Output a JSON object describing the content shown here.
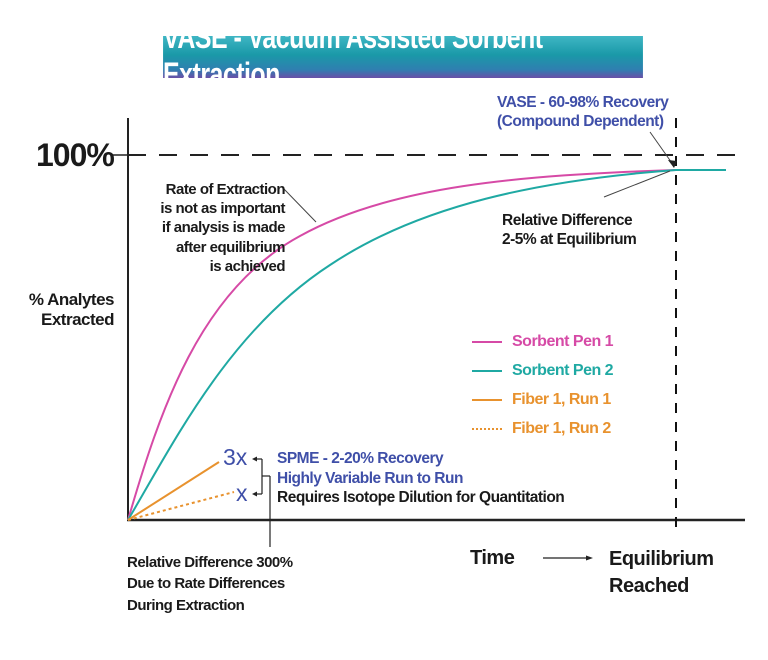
{
  "chart_data": {
    "type": "line",
    "title": "VASE - Vacuum Assisted Sorbent Extraction",
    "xlabel": "Time",
    "x_end_label": "Equilibrium Reached",
    "ylabel": "% Analytes Extracted",
    "y_tick_labels": [
      "100%"
    ],
    "ylim": [
      0,
      100
    ],
    "grid": false,
    "legend_position": "right-center",
    "series": [
      {
        "name": "Sorbent Pen 1",
        "color": "#d64aa6",
        "style": "solid",
        "x": [
          0,
          0.1,
          0.2,
          0.3,
          0.4,
          0.5,
          0.6,
          0.7,
          0.8,
          0.9,
          1.0,
          1.1
        ],
        "values": [
          0,
          36,
          56,
          69,
          78,
          84,
          88,
          91,
          92.5,
          93.5,
          94,
          94
        ]
      },
      {
        "name": "Sorbent Pen 2",
        "color": "#1fa9a3",
        "style": "solid",
        "x": [
          0,
          0.1,
          0.2,
          0.3,
          0.4,
          0.5,
          0.6,
          0.7,
          0.8,
          0.9,
          1.0,
          1.1
        ],
        "values": [
          0,
          26,
          45,
          59,
          70,
          78,
          84,
          88.5,
          91.5,
          93,
          94,
          94
        ]
      },
      {
        "name": "Fiber 1, Run 1",
        "color": "#e8922e",
        "style": "solid",
        "x": [
          0,
          0.3
        ],
        "values": [
          0,
          15
        ]
      },
      {
        "name": "Fiber 1, Run 2",
        "color": "#e8922e",
        "style": "dotted",
        "x": [
          0,
          0.43
        ],
        "values": [
          0,
          5
        ]
      }
    ],
    "annotations": [
      "VASE - 60-98% Recovery (Compound Dependent)",
      "Rate of Extraction is not as important if analysis is made after equilibrium is achieved",
      "Relative Difference 2-5% at Equilibrium",
      "3x",
      "x",
      "SPME - 2-20% Recovery",
      "Highly Variable Run to Run",
      "Requires Isotope Dilution for Quantitation",
      "Relative Difference 300% Due to Rate Differences During Extraction"
    ]
  },
  "title": "VASE - Vacuum Assisted Sorbent Extraction",
  "axis": {
    "y_tick": "100%",
    "ylabel_line1": "% Analytes",
    "ylabel_line2": "Extracted",
    "xlabel": "Time",
    "x_end_line1": "Equilibrium",
    "x_end_line2": "Reached"
  },
  "annotations": {
    "vase_line1": "VASE - 60-98% Recovery",
    "vase_line2": "(Compound Dependent)",
    "rate_lines": [
      "Rate of Extraction",
      "is not as important",
      "if analysis is made",
      "after equilibrium",
      "is achieved"
    ],
    "reldiff_line1": "Relative Difference",
    "reldiff_line2": "2-5% at Equilibrium",
    "mult_3x": "3x",
    "mult_x": "x",
    "spme_line1": "SPME - 2-20% Recovery",
    "spme_line2": "Highly Variable Run to Run",
    "spme_line3": "Requires Isotope Dilution for Quantitation",
    "bottom_lines": [
      "Relative Difference 300%",
      "Due to Rate Differences",
      "During Extraction"
    ]
  },
  "legend": [
    {
      "label": "Sorbent Pen 1",
      "color": "#d64aa6",
      "style": "solid"
    },
    {
      "label": "Sorbent Pen 2",
      "color": "#1fa9a3",
      "style": "solid"
    },
    {
      "label": "Fiber 1, Run 1",
      "color": "#e8922e",
      "style": "solid"
    },
    {
      "label": "Fiber 1, Run 2",
      "color": "#e8922e",
      "style": "dotted"
    }
  ]
}
